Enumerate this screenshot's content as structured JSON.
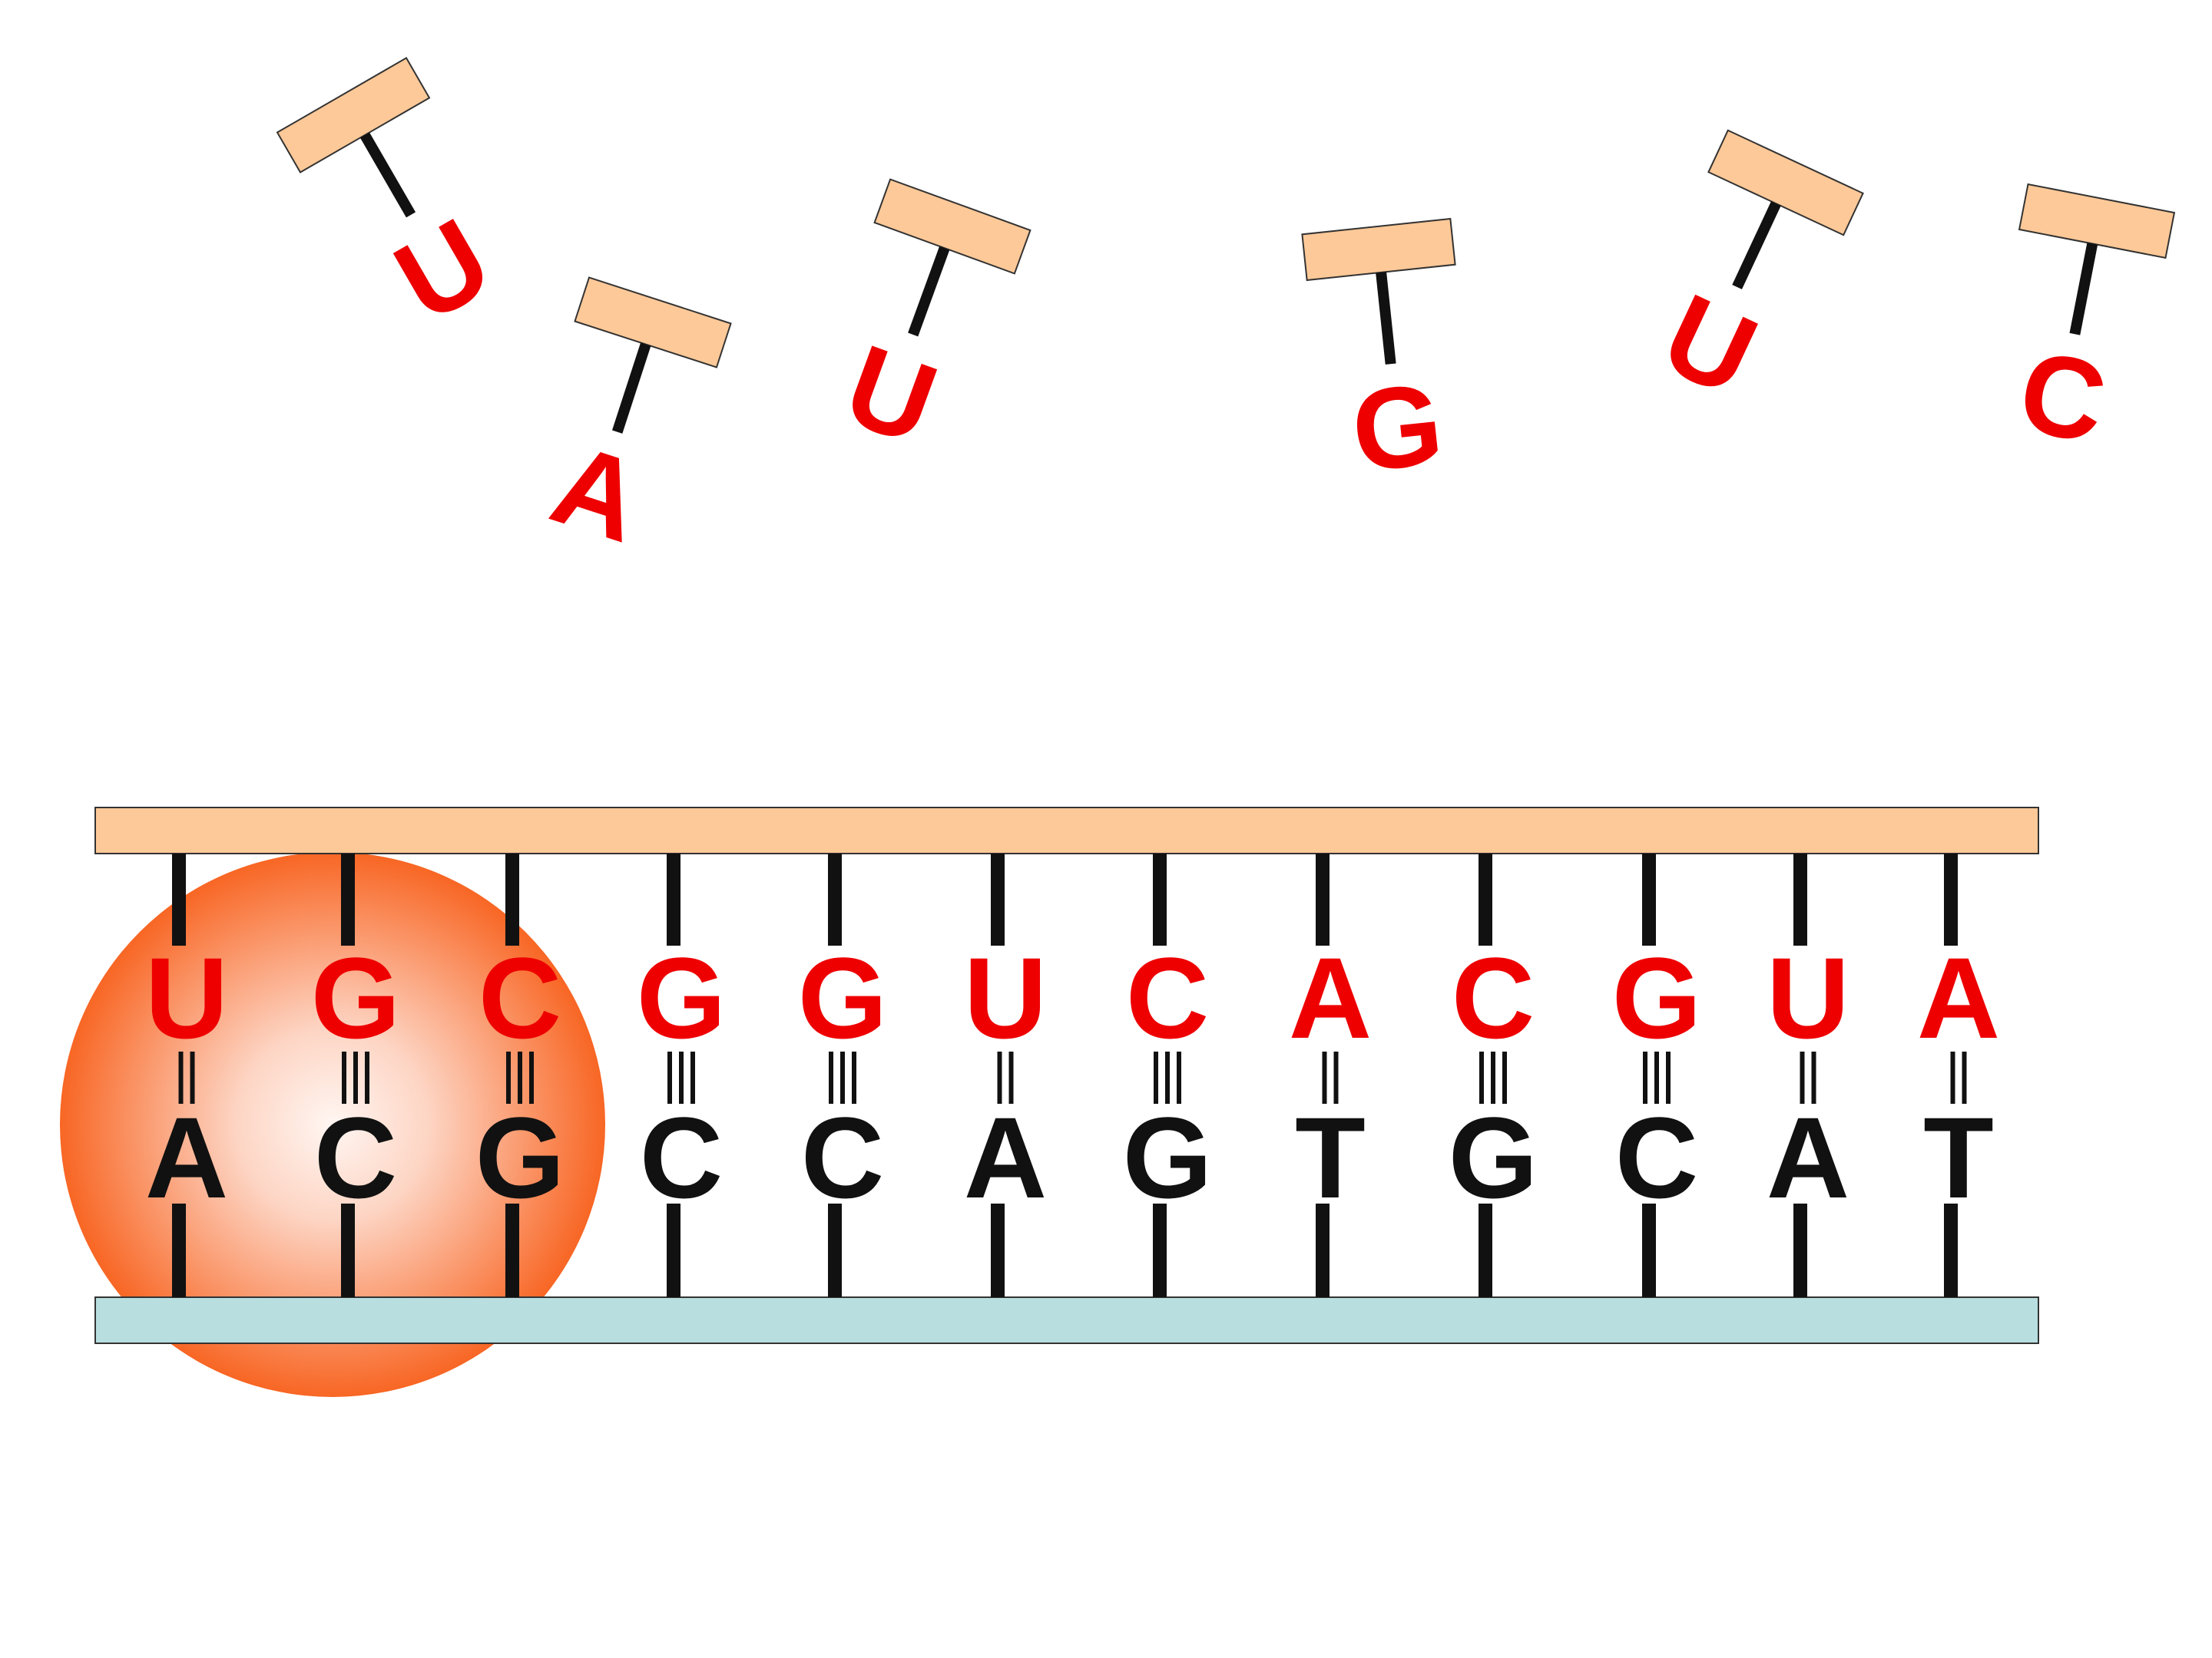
{
  "colors": {
    "rna_letter": "#ee0000",
    "dna_letter": "#111111",
    "rna_backbone": "#fec998",
    "dna_backbone": "#b8dee0",
    "outline": "#333333",
    "bond": "#111111",
    "polymerase_center": "#fff6f2",
    "polymerase_edge": "#f86624"
  },
  "free_nucleotides": [
    "U",
    "A",
    "U",
    "G",
    "U",
    "C"
  ],
  "rna_strand": [
    "U",
    "G",
    "C",
    "G",
    "G",
    "U",
    "C",
    "A",
    "C",
    "G",
    "U",
    "A"
  ],
  "dna_strand": [
    "A",
    "C",
    "G",
    "C",
    "C",
    "A",
    "G",
    "T",
    "G",
    "C",
    "A",
    "T"
  ],
  "bond_counts": [
    2,
    3,
    3,
    3,
    3,
    2,
    3,
    2,
    3,
    3,
    2,
    2
  ]
}
